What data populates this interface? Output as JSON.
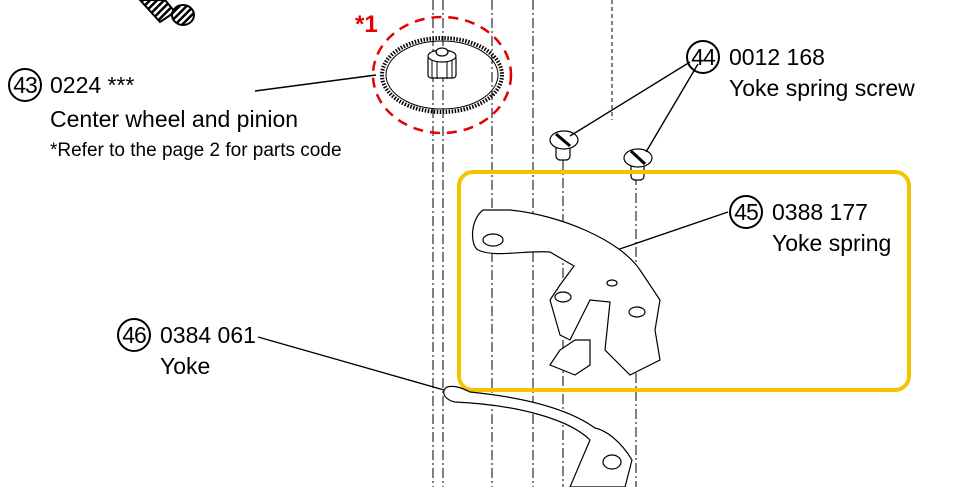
{
  "colors": {
    "highlight_box": "#F5C400",
    "callout_circle": "#E30000",
    "line": "#000000"
  },
  "callout_mark": "*1",
  "parts": [
    {
      "ref": "43",
      "code": "0224 ***",
      "name": "Center wheel and pinion",
      "note": "*Refer to the page 2 for parts code"
    },
    {
      "ref": "44",
      "code": "0012 168",
      "name": "Yoke spring screw"
    },
    {
      "ref": "45",
      "code": "0388 177",
      "name": "Yoke spring"
    },
    {
      "ref": "46",
      "code": "0384 061",
      "name": "Yoke"
    }
  ]
}
